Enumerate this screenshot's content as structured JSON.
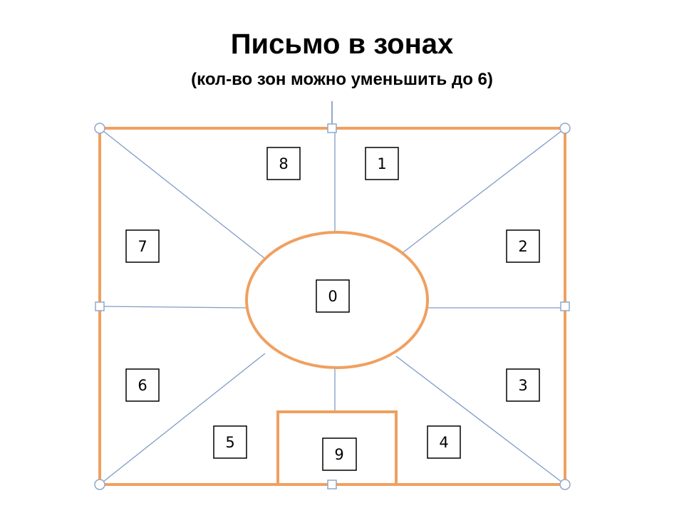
{
  "title": "Письмо в зонах",
  "subtitle": "(кол-во зон можно уменьшить до 6)",
  "zones": {
    "z0": "0",
    "z1": "1",
    "z2": "2",
    "z3": "3",
    "z4": "4",
    "z5": "5",
    "z6": "6",
    "z7": "7",
    "z8": "8",
    "z9": "9"
  },
  "colors": {
    "accent": "#F0A060",
    "line": "#7F9CC8",
    "handle": "#8FA8C8"
  }
}
